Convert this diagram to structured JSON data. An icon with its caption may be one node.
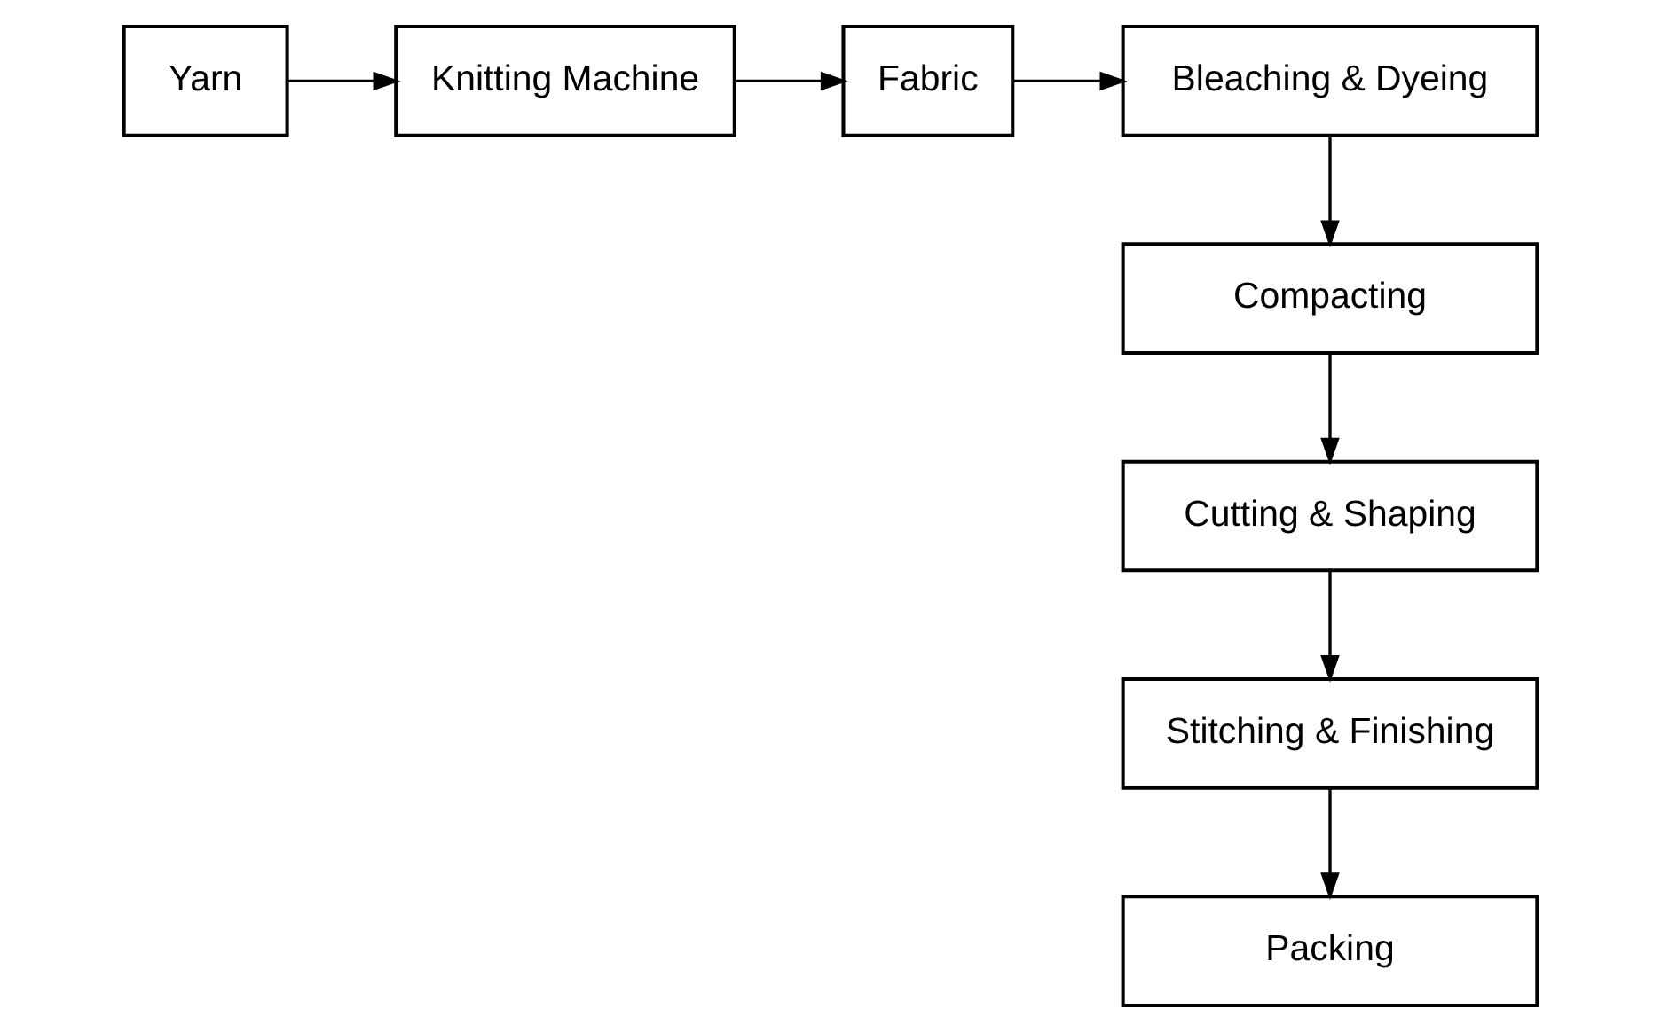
{
  "diagram": {
    "nodes": [
      {
        "text": [
          "Yarn"
        ]
      },
      {
        "text": [
          "Knitting Machine"
        ]
      },
      {
        "text": [
          "Fabric"
        ]
      },
      {
        "text": [
          "Bleaching & Dyeing"
        ]
      },
      {
        "text": [
          "Compacting"
        ]
      },
      {
        "text": [
          "Cutting & Shaping"
        ]
      },
      {
        "text": [
          "Stitching & Finishing"
        ]
      },
      {
        "text": [
          "Packing"
        ]
      }
    ],
    "edges": [
      {
        "from": 0,
        "to": 1,
        "arrow": "to"
      },
      {
        "from": 1,
        "to": 2,
        "arrow": "to"
      },
      {
        "from": 2,
        "to": 3,
        "arrow": "to"
      },
      {
        "from": 3,
        "to": 4,
        "arrow": "to"
      },
      {
        "from": 4,
        "to": 5,
        "arrow": "to"
      },
      {
        "from": 5,
        "to": 6,
        "arrow": "to"
      },
      {
        "from": 6,
        "to": 7,
        "arrow": "to"
      }
    ]
  }
}
